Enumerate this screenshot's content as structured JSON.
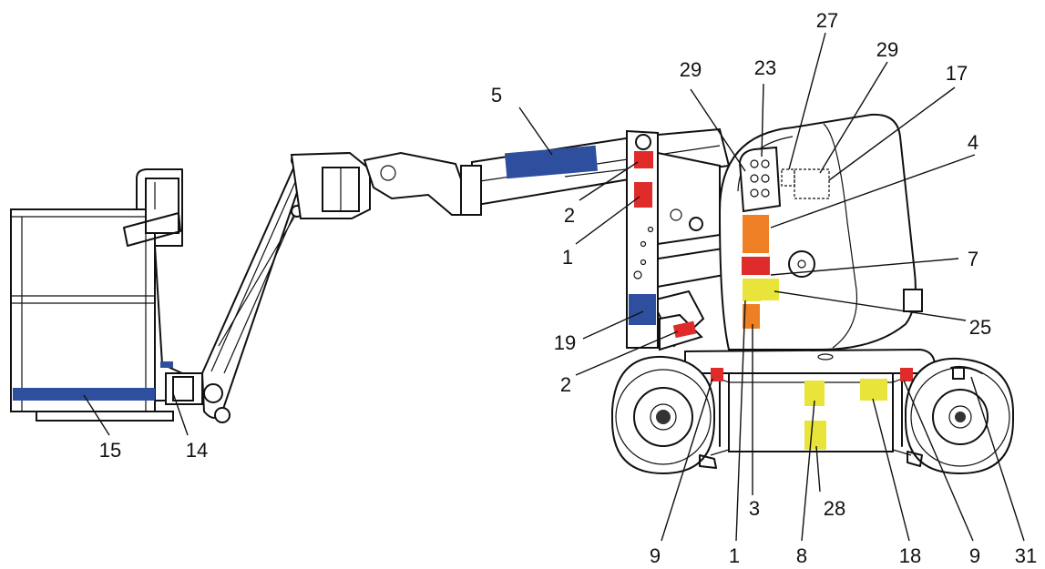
{
  "diagram": {
    "type": "machine-decal-location-diagram",
    "decal_colors": {
      "blue": "#2e4e9e",
      "red": "#e02b2b",
      "orange": "#ef7f24",
      "yellow": "#e9e43a"
    },
    "labels": {
      "l5": "5",
      "l23": "23",
      "l27": "27",
      "l29a": "29",
      "l29b": "29",
      "l17": "17",
      "l4": "4",
      "l2a": "2",
      "l1a": "1",
      "l7": "7",
      "l25": "25",
      "l19": "19",
      "l2b": "2",
      "l15": "15",
      "l14": "14",
      "l3": "3",
      "l28": "28",
      "l9a": "9",
      "l1b": "1",
      "l8": "8",
      "l18": "18",
      "l9b": "9",
      "l31": "31"
    }
  }
}
